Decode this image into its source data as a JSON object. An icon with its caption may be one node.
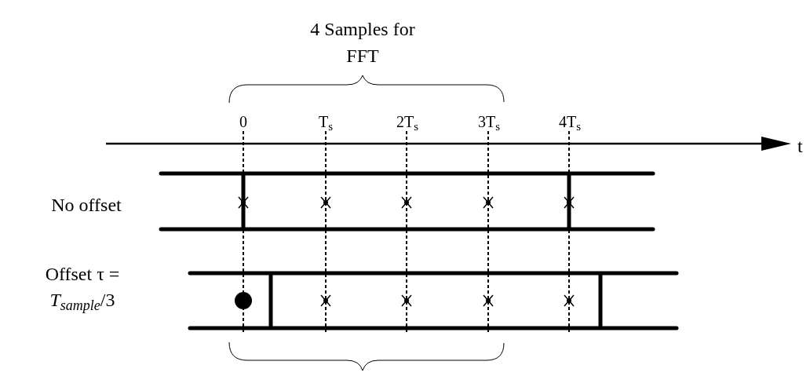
{
  "diagram": {
    "labels": [
      "4 Samples for FFT",
      "0",
      "T$_{s}$",
      "2T$_{s}$",
      "3T$_{s}$",
      "4T$_{s}$",
      "t",
      "No offset",
      "Offset τ = *T*$_{sample}$/3"
    ]
  }
}
